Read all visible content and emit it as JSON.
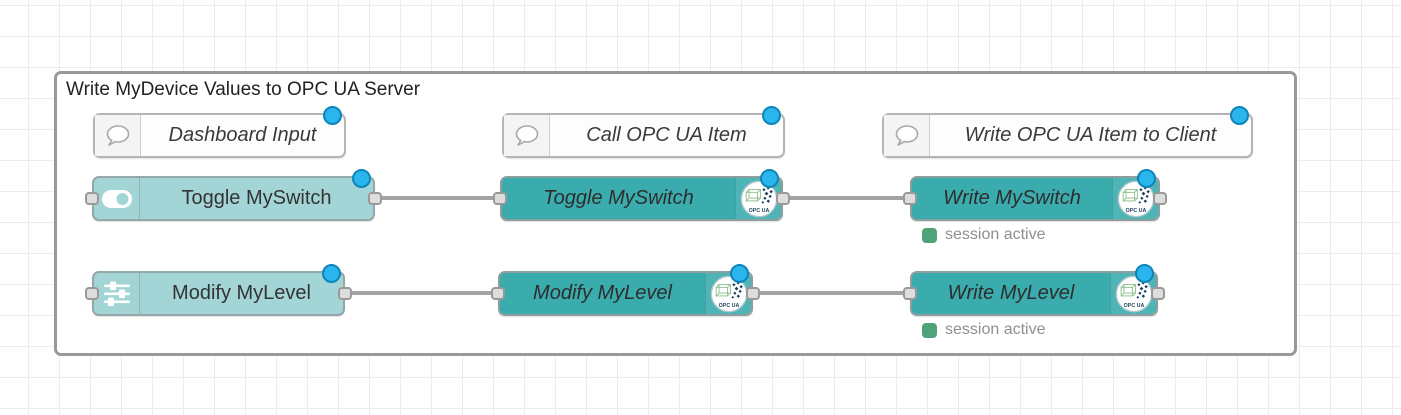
{
  "group": {
    "title": "Write MyDevice Values to OPC UA Server"
  },
  "comments": [
    {
      "label": "Dashboard Input"
    },
    {
      "label": "Call OPC UA Item"
    },
    {
      "label": "Write OPC UA Item to Client"
    }
  ],
  "nodes": {
    "toggle_dashboard": {
      "label": "Toggle MySwitch"
    },
    "modify_dashboard": {
      "label": "Modify MyLevel"
    },
    "toggle_opcua": {
      "label": "Toggle MySwitch"
    },
    "modify_opcua": {
      "label": "Modify MyLevel"
    },
    "write_switch": {
      "label": "Write MySwitch",
      "status": "session active"
    },
    "write_level": {
      "label": "Write MyLevel",
      "status": "session active"
    }
  },
  "badge": {
    "label": "OPC UA"
  },
  "colors": {
    "node_light": "#a3d5d6",
    "node_teal": "#3bacae",
    "status_green": "#4fa378",
    "changed_dot": "#2ab5ec",
    "wire": "#a3a3a3",
    "group_border": "#999999"
  }
}
